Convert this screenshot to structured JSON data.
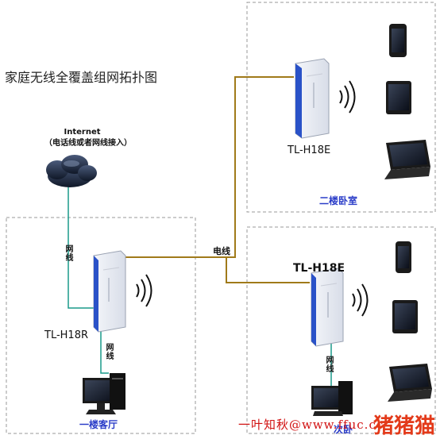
{
  "title": "家庭无线全覆盖组网拓扑图",
  "internet": {
    "line1": "Internet",
    "line2": "（电话线或者网线接入）"
  },
  "devices": {
    "main": "TL-H18R",
    "bedroom": "TL-H18E",
    "lower": "TL-H18E"
  },
  "rooms": {
    "living": "一楼客厅",
    "bedroom": "二楼卧室",
    "partial": "次卧"
  },
  "links": {
    "cable_top": "网线",
    "cable_bottom": "网线",
    "cable_right": "网线",
    "power_line": "电线"
  },
  "watermark": {
    "left": "一叶知秋@www.ffuc.cc",
    "right": "猪猪猫"
  },
  "colors": {
    "power_line": "#a07a1a",
    "network_line": "#1a9a8a",
    "room_label": "#2a3cc8",
    "adapter_stripe": "#2a52c8"
  }
}
